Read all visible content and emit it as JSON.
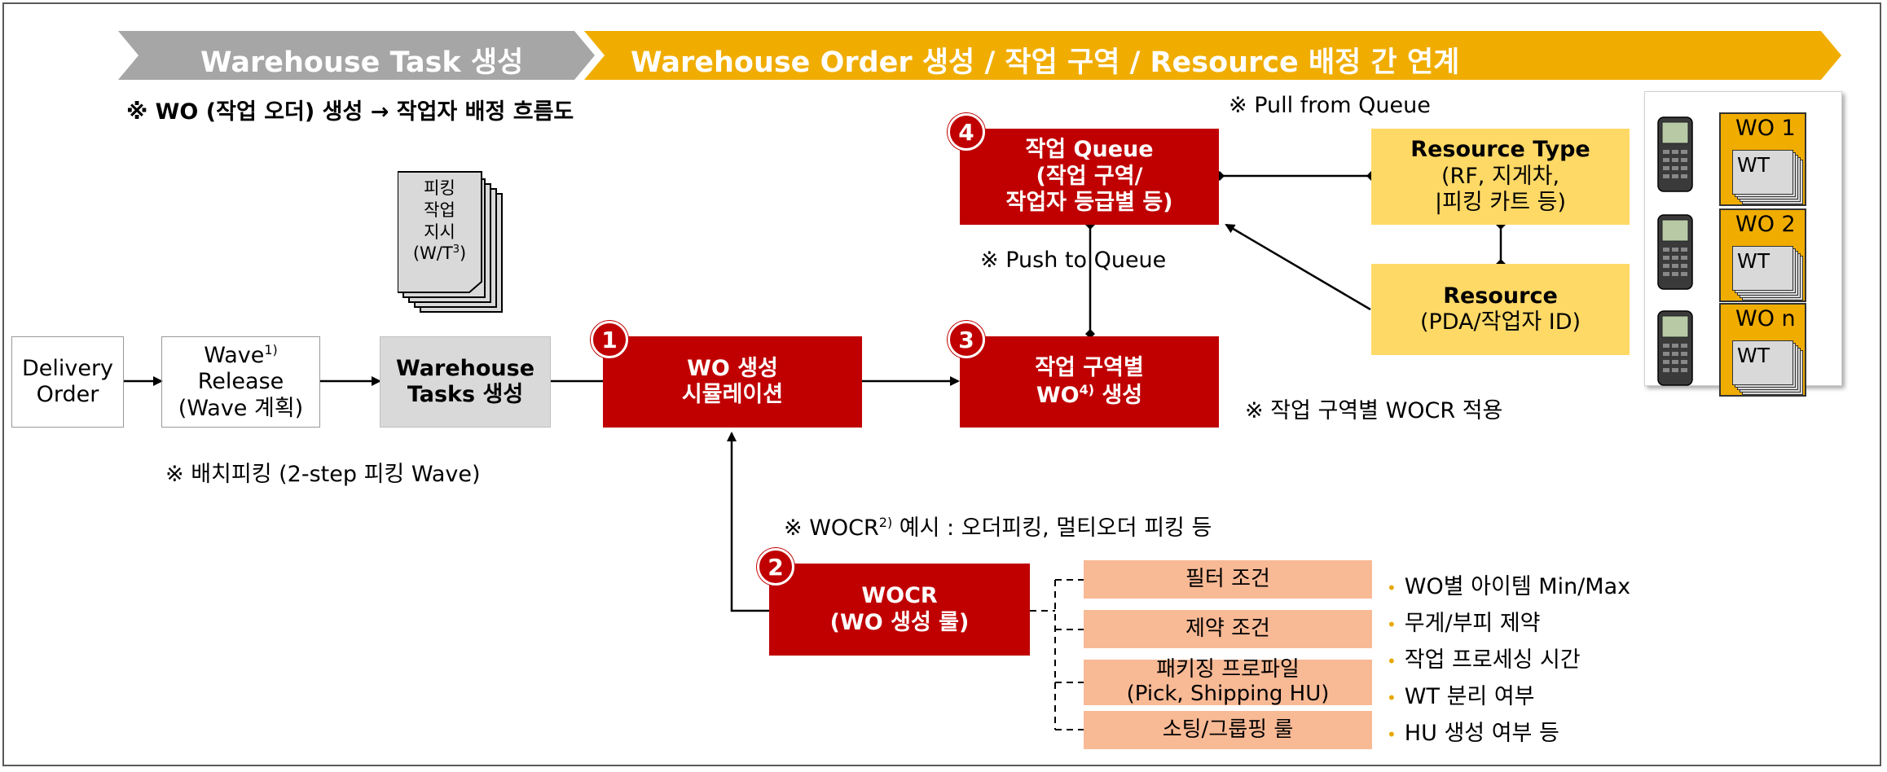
{
  "header": {
    "step1": "Warehouse Task 생성",
    "step2": "Warehouse Order 생성 / 작업 구역 / Resource 배정 간 연계"
  },
  "subtitle": "※ WO (작업 오더) 생성 → 작업자 배정 흐름도",
  "flow": {
    "delivery_order": [
      "Delivery",
      "Order"
    ],
    "wave_release": [
      "Wave",
      "1)",
      "Release",
      "(Wave 계획)"
    ],
    "wt_doc": [
      "피킹",
      "작업",
      "지시",
      "(W/T",
      "3",
      ")"
    ],
    "wt_create": [
      "Warehouse",
      "Tasks 생성"
    ],
    "wo_sim": [
      "WO 생성",
      "시뮬레이션"
    ],
    "zone_wo": [
      "작업 구역별",
      "WO",
      "4)",
      " 생성"
    ],
    "queue": [
      "작업 Queue",
      "(작업 구역/",
      "작업자 등급별 등)"
    ],
    "wocr": [
      "WOCR",
      "(WO 생성 룰)"
    ]
  },
  "badges": [
    "1",
    "2",
    "3",
    "4"
  ],
  "notes": {
    "batch": "※ 배치피킹 (2-step 피킹 Wave)",
    "push": "※ Push to Queue",
    "pull": "※ Pull from Queue",
    "wocr_zone": "※ 작업 구역별 WOCR 적용",
    "wocr_example_pre": "※ WOCR",
    "wocr_example_sup": "2)",
    "wocr_example_post": " 예시 : 오더피킹, 멀티오더 피킹 등"
  },
  "resource_type": [
    "Resource Type",
    "(RF, 지게차,",
    "|피킹 카트 등)"
  ],
  "resource": [
    "Resource",
    "(PDA/작업자 ID)"
  ],
  "conditions": [
    "필터 조건",
    "제약 조건",
    "패키징 프로파일",
    "(Pick, Shipping HU)",
    "소팅/그룹핑 룰"
  ],
  "bullets": [
    "WO별 아이템 Min/Max",
    "무게/부피 제약",
    "작업 프로세싱 시간",
    "WT 분리 여부",
    "HU 생성 여부 등"
  ],
  "wo_cards": [
    {
      "title": "WO 1",
      "wt": "WT"
    },
    {
      "title": "WO 2",
      "wt": "WT"
    },
    {
      "title": "WO n",
      "wt": "WT"
    }
  ],
  "colors": {
    "red": "#c00000",
    "yellow_chevron": "#f0ad00",
    "grey_chevron": "#a6a6a6",
    "light_yellow": "#ffd966",
    "salmon": "#f8b995",
    "grey_box": "#d9d9d9"
  }
}
